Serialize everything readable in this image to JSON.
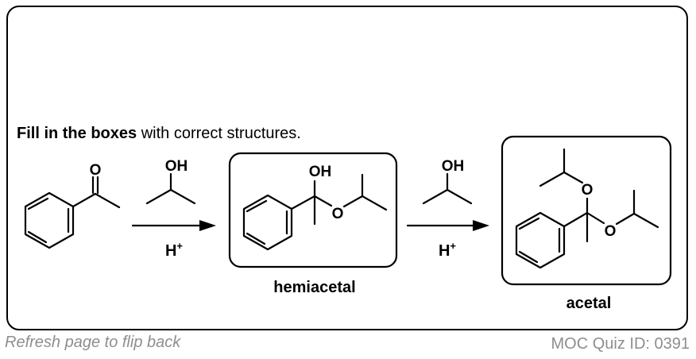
{
  "prompt": {
    "bold": "Fill in the boxes",
    "rest": " with correct structures."
  },
  "atoms": {
    "o": "O",
    "oh": "OH"
  },
  "reagents": {
    "step1": "H",
    "step2": "H",
    "charge": "+"
  },
  "captions": {
    "hemiacetal": "hemiacetal",
    "acetal": "acetal"
  },
  "footer": {
    "left": "Refresh page to flip back",
    "right": "MOC Quiz ID: 0391"
  }
}
